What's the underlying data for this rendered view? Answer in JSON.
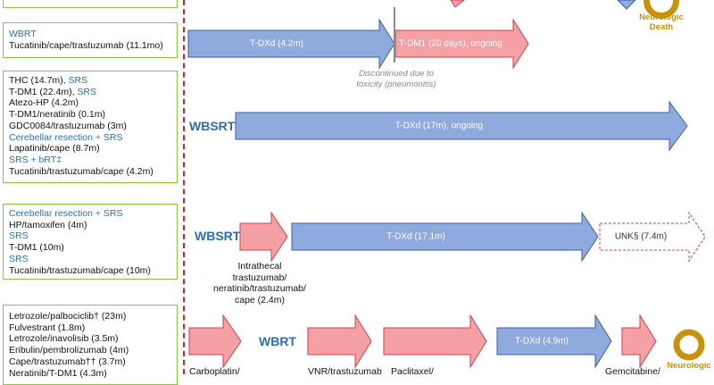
{
  "boxes": [
    {
      "lines": []
    },
    {
      "lines": [
        {
          "text": "WBRT",
          "color": "blue"
        },
        {
          "text": "Tucatinib/cape/trastuzumab (11.1mo)",
          "color": "black"
        }
      ]
    },
    {
      "lines": [
        {
          "text": "THC (14.7m), ",
          "color": "black",
          "suffix": "SRS"
        },
        {
          "text": "T-DM1 (22.4m), ",
          "color": "black",
          "suffix": "SRS"
        },
        {
          "text": "Atezo-HP (4.2m)",
          "color": "black"
        },
        {
          "text": "T-DM1/neratinib (0.1m)",
          "color": "black"
        },
        {
          "text": "GDC0084/trastuzumab (3m)",
          "color": "black"
        },
        {
          "text": "Cerebellar resection + SRS",
          "color": "blue"
        },
        {
          "text": "Lapatinib/cape (8.7m)",
          "color": "black"
        },
        {
          "text": "SRS + bRT‡",
          "color": "blue"
        },
        {
          "text": "Tucatinib/trastuzumab/cape (4.2m)",
          "color": "black"
        }
      ]
    },
    {
      "lines": [
        {
          "text": "Cerebellar resection + SRS",
          "color": "blue"
        },
        {
          "text": "HP/tamoxifen (4m)",
          "color": "black"
        },
        {
          "text": "SRS",
          "color": "blue"
        },
        {
          "text": "T-DM1 (10m)",
          "color": "black"
        },
        {
          "text": "SRS",
          "color": "blue"
        },
        {
          "text": "Tucatinib/trastuzumab/cape (10m)",
          "color": "black"
        }
      ]
    },
    {
      "lines": [
        {
          "text": "Letrozole/palbociclib† (23m)",
          "color": "black"
        },
        {
          "text": "Fulvestrant (1.8m)",
          "color": "black"
        },
        {
          "text": "Letrozole/inavolisib (3.5m)",
          "color": "black"
        },
        {
          "text": "Eribulin/pembrolizumab (4m)",
          "color": "black"
        },
        {
          "text": "Cape/trastuzumab†† (3.7m)",
          "color": "black"
        },
        {
          "text": "Neratinib/T-DM1 (4.3m)",
          "color": "black"
        }
      ]
    }
  ],
  "row2": {
    "tdxd": "T-DXd (4.2m)",
    "tdm1": "T-DM1 (20 days), ongoing",
    "note": "Discontinued due to toxicity (pneumonitis)"
  },
  "row3": {
    "wbsrt": "WBSRT",
    "tdxd": "T-DXd (17m), ongoing"
  },
  "row4": {
    "wbsrt": "WBSRT",
    "tdxd": "T-DXd (17.1m)",
    "unk": "UNK§ (7.4m)",
    "intrathecal": "Intrathecal trastuzumab/ neratinib/trastuzumab/ cape (2.4m)"
  },
  "row5": {
    "wbrt": "WBRT",
    "tdxd": "T-DXd (4.9m)",
    "carboplatin": "Carboplatin/",
    "vnr": "VNR/trastuzumab",
    "paclitaxel": "Paclitaxel/",
    "gemcitabine": "Gemcitabine/"
  },
  "neuro": {
    "top": "Neurologic Death",
    "bottom": "Neurologic"
  },
  "colors": {
    "blue_fill": "#8faadc",
    "pink_fill": "#f4a0a4",
    "green_border": "#8cc63f",
    "gold": "#c8930a",
    "dash": "#e02020"
  }
}
